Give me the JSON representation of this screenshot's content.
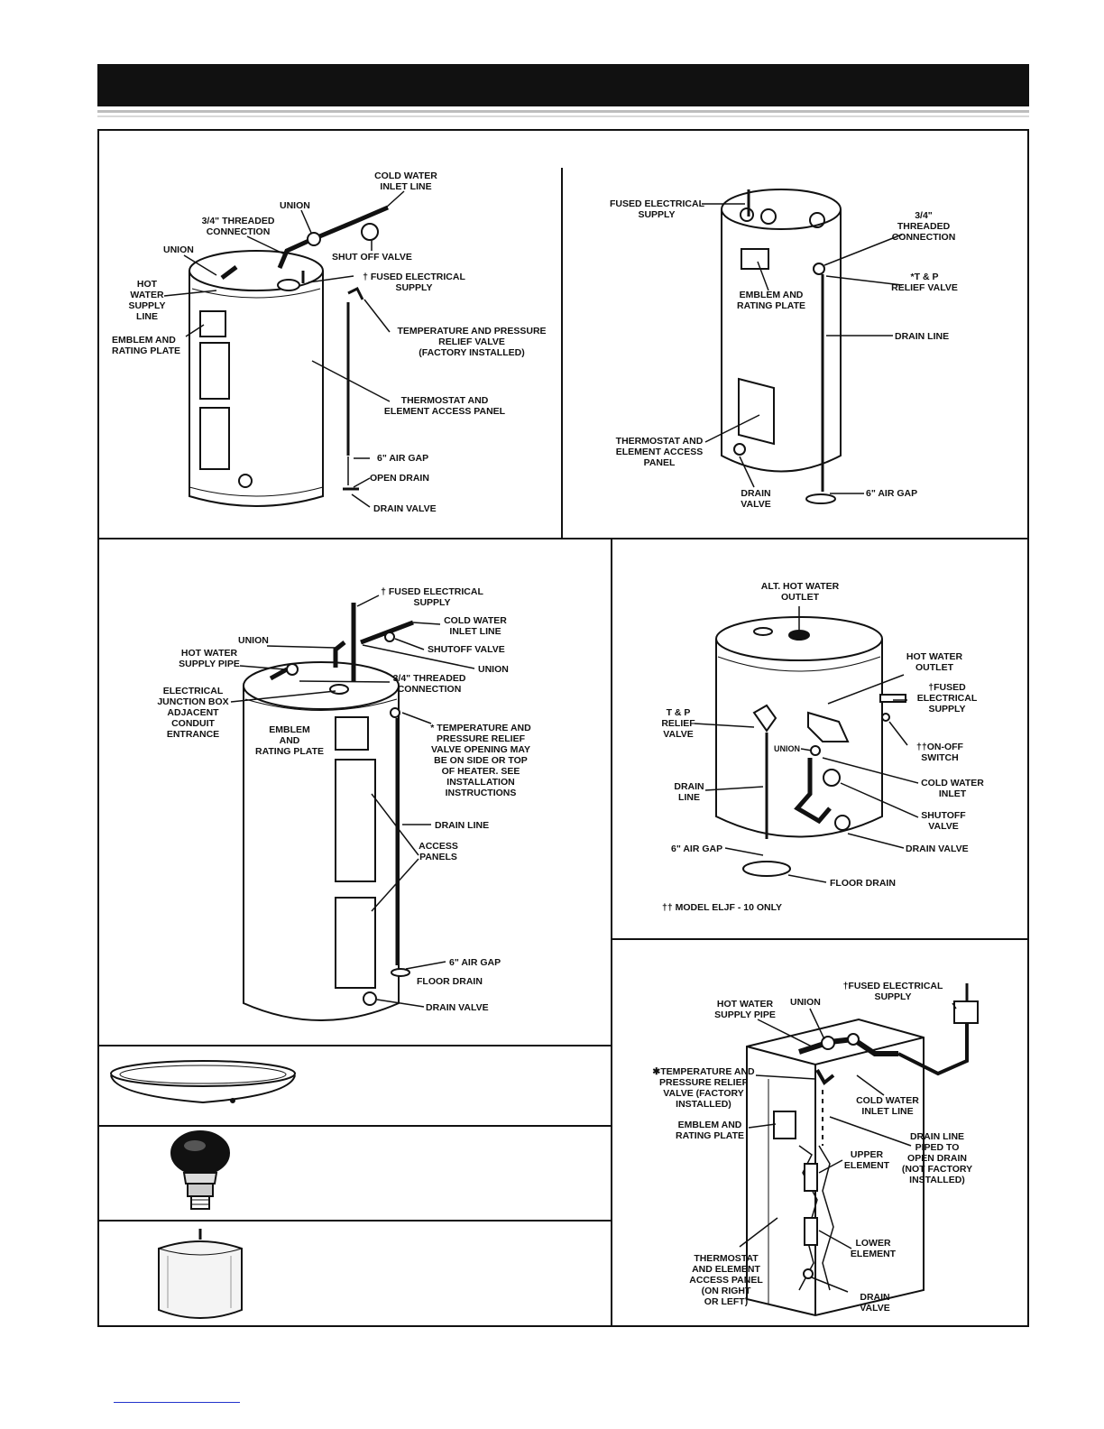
{
  "figure1": {
    "cold_water_inlet_line": "COLD WATER\nINLET LINE",
    "union_top": "UNION",
    "threaded_connection": "3/4\" THREADED\nCONNECTION",
    "union_left": "UNION",
    "shut_off_valve": "SHUT OFF VALVE",
    "fused_electrical_supply": "† FUSED ELECTRICAL\nSUPPLY",
    "hot_water_supply_line": "HOT\nWATER\nSUPPLY\nLINE",
    "emblem_rating_plate": "EMBLEM AND\nRATING PLATE",
    "tp_relief_valve": "TEMPERATURE AND PRESSURE\nRELIEF VALVE\n(FACTORY INSTALLED)",
    "thermostat_panel": "THERMOSTAT AND\nELEMENT ACCESS PANEL",
    "air_gap": "6\" AIR GAP",
    "open_drain": "OPEN DRAIN",
    "drain_valve": "DRAIN VALVE"
  },
  "figure2": {
    "fused_electrical_supply": "FUSED ELECTRICAL\nSUPPLY",
    "threaded_connection": "3/4\"\nTHREADED\nCONNECTION",
    "emblem_rating_plate": "EMBLEM AND\nRATING PLATE",
    "tp_relief_valve": "*T & P\nRELIEF VALVE",
    "drain_line": "DRAIN LINE",
    "thermostat_panel": "THERMOSTAT AND\nELEMENT ACCESS\nPANEL",
    "drain_valve": "DRAIN\nVALVE",
    "air_gap": "6\" AIR GAP"
  },
  "figure3": {
    "fused_electrical_supply": "† FUSED ELECTRICAL\nSUPPLY",
    "cold_water_inlet_line": "COLD WATER\nINLET LINE",
    "union_top": "UNION",
    "hot_water_supply_pipe": "HOT WATER\nSUPPLY PIPE",
    "shutoff_valve": "SHUTOFF VALVE",
    "union_right": "UNION",
    "threaded_connection": "3/4\" THREADED\nCONNECTION",
    "electrical_junction_box": "ELECTRICAL\nJUNCTION BOX\nADJACENT\nCONDUIT\nENTRANCE",
    "emblem_rating_plate": "EMBLEM\nAND\nRATING PLATE",
    "tp_relief_note": "* TEMPERATURE AND\nPRESSURE RELIEF\nVALVE OPENING MAY\nBE ON SIDE OR TOP\nOF HEATER. SEE\nINSTALLATION\nINSTRUCTIONS",
    "drain_line": "DRAIN LINE",
    "access_panels": "ACCESS\nPANELS",
    "air_gap": "6\" AIR GAP",
    "floor_drain": "FLOOR DRAIN",
    "drain_valve": "DRAIN VALVE"
  },
  "figure4": {
    "alt_hot_water_outlet": "ALT. HOT WATER\nOUTLET",
    "hot_water_outlet": "HOT WATER\nOUTLET",
    "fused_electrical_supply": "†FUSED\nELECTRICAL\nSUPPLY",
    "tp_relief_valve": "T & P\nRELIEF\nVALVE",
    "union": "UNION",
    "on_off_switch": "††ON-OFF\nSWITCH",
    "cold_water_inlet": "COLD WATER\nINLET",
    "drain_line": "DRAIN\nLINE",
    "shutoff_valve": "SHUTOFF\nVALVE",
    "air_gap": "6\" AIR GAP",
    "drain_valve": "DRAIN VALVE",
    "floor_drain": "FLOOR DRAIN",
    "model_note": "†† MODEL ELJF - 10 ONLY"
  },
  "figure5": {
    "fused_electrical_supply": "†FUSED ELECTRICAL\nSUPPLY",
    "hot_water_supply_pipe": "HOT WATER\nSUPPLY PIPE",
    "union": "UNION",
    "tp_relief_valve": "✱TEMPERATURE AND\nPRESSURE RELIEF\nVALVE (FACTORY\nINSTALLED)",
    "cold_water_inlet_line": "COLD WATER\nINLET LINE",
    "emblem_rating_plate": "EMBLEM AND\nRATING PLATE",
    "drain_line": "DRAIN LINE\nPIPED TO\nOPEN DRAIN\n(NOT FACTORY\nINSTALLED)",
    "upper_element": "UPPER\nELEMENT",
    "lower_element": "LOWER\nELEMENT",
    "thermostat_panel": "THERMOSTAT\nAND ELEMENT\nACCESS PANEL\n(ON RIGHT\nOR LEFT)",
    "drain_valve": "DRAIN\nVALVE"
  }
}
